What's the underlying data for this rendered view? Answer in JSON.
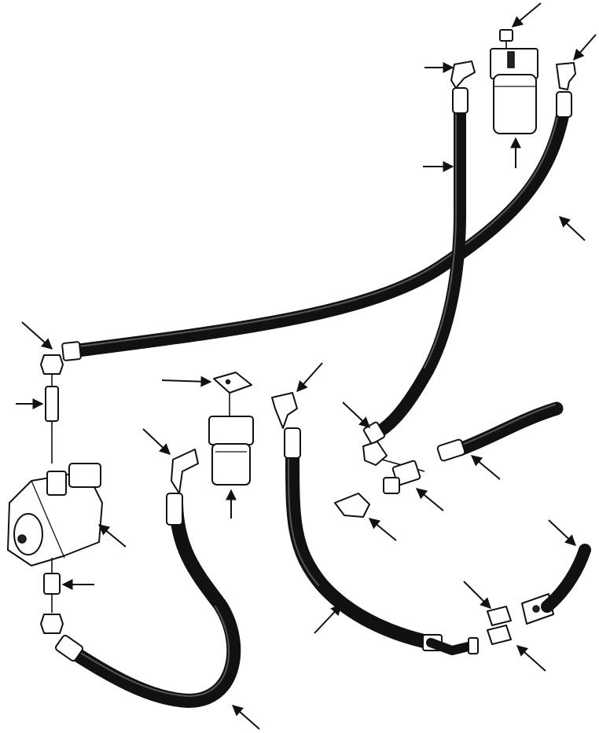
{
  "colors": {
    "ink": "#111111",
    "paper": "#ffffff",
    "hose_highlight": "#555555"
  },
  "diagram": {
    "parts": [
      "hydraulic-pump",
      "upper-filter-assembly",
      "lower-filter-assembly",
      "filter-mounting-plate",
      "pressure-switch",
      "tee-fitting",
      "split-flange-half",
      "flanged-tube",
      "adapter-fitting"
    ],
    "hoses": [
      "hose-pump-to-upper-filter",
      "hose-upper-filter-to-tee",
      "hose-pump-outlet-loop",
      "hose-filter-to-flange",
      "hose-tee-to-right"
    ],
    "callout_arrows": 24
  }
}
